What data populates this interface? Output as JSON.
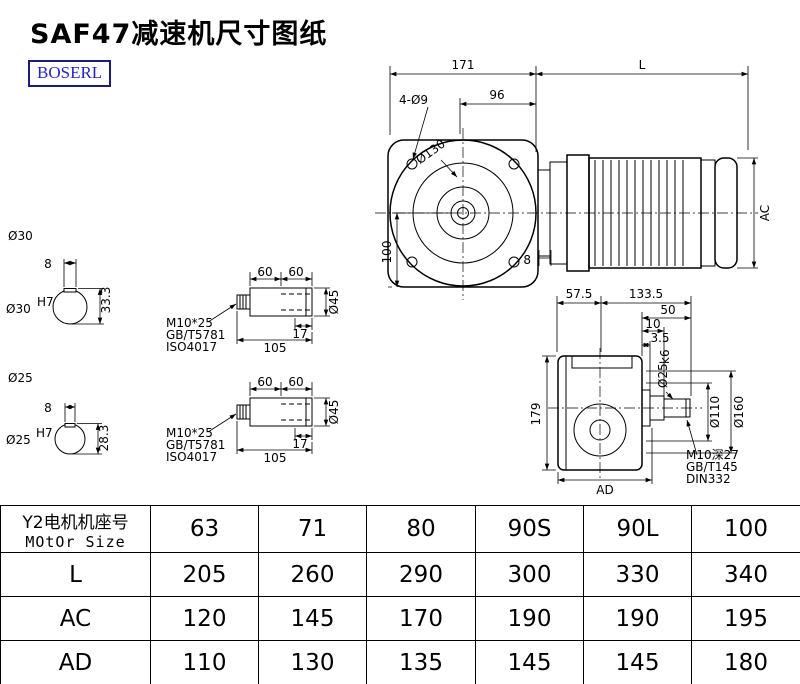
{
  "page": {
    "title": "SAF47减速机尺寸图纸",
    "brand": "BOSERL"
  },
  "front_view": {
    "dim_total": "171",
    "dim_motor": "L",
    "dim_96": "96",
    "holes": "4-Ø9",
    "flange_dia": "Ø130",
    "dim_100": "100",
    "dim_ac": "AC",
    "dim_8": "8"
  },
  "bore_sections": {
    "top": {
      "title": "Ø30",
      "key_width": "8",
      "key_depth": "33.3",
      "bore": "Ø30",
      "fit": "H7"
    },
    "bottom": {
      "title": "Ø25",
      "key_width": "8",
      "key_depth": "28.3",
      "bore": "Ø25",
      "fit": "H7"
    }
  },
  "shaft_details": [
    {
      "dim_60a": "60",
      "dim_60b": "60",
      "dim_17": "17",
      "dim_105": "105",
      "dia": "Ø45",
      "thread": "M10*25",
      "std1": "GB/T5781",
      "std2": "ISO4017"
    },
    {
      "dim_60a": "60",
      "dim_60b": "60",
      "dim_17": "17",
      "dim_105": "105",
      "dia": "Ø45",
      "thread": "M10*25",
      "std1": "GB/T5781",
      "std2": "ISO4017"
    }
  ],
  "side_view": {
    "dim_57_5": "57.5",
    "dim_133_5": "133.5",
    "dim_50": "50",
    "dim_10": "10",
    "dim_3_5": "3.5",
    "shaft_dia": "Ø25",
    "shaft_fit": "k6",
    "dia_110": "Ø110",
    "dia_160": "Ø160",
    "dim_179": "179",
    "dim_ad": "AD",
    "thread": "M10深27",
    "std1": "GB/T145",
    "std2": "DIN332"
  },
  "table": {
    "header_cn": "Y2电机机座号",
    "header_en": "MOtOr Size",
    "sizes": [
      "63",
      "71",
      "80",
      "90S",
      "90L",
      "100"
    ],
    "rows": [
      {
        "label": "L",
        "values": [
          "205",
          "260",
          "290",
          "300",
          "330",
          "340"
        ]
      },
      {
        "label": "AC",
        "values": [
          "120",
          "145",
          "170",
          "190",
          "190",
          "195"
        ]
      },
      {
        "label": "AD",
        "values": [
          "110",
          "130",
          "135",
          "145",
          "145",
          "180"
        ]
      }
    ]
  }
}
